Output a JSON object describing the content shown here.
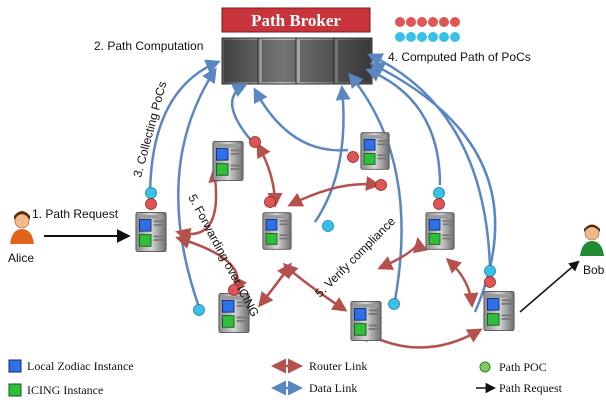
{
  "title": "Path Broker",
  "steps": {
    "path_request": "1. Path Request",
    "path_computation": "2. Path Computation",
    "collecting_pocs": "3. Collecting PoCs",
    "computed_path": "4. Computed Path of PoCs",
    "forwarding": "5. Forwarding over ICING",
    "verify": "5. Verify compliance"
  },
  "actors": {
    "alice": "Alice",
    "bob": "Bob"
  },
  "legend": {
    "local_zodiac": "Local Zodiac Instance",
    "icing": "ICING Instance",
    "router_link": "Router Link",
    "data_link": "Data Link",
    "path_poc": "Path POC",
    "path_request": "Path Request"
  },
  "colors": {
    "broker_banner": "#c8343a",
    "router_link": "#b5504c",
    "data_link": "#5a86c2",
    "poc_red": "#e05656",
    "poc_cyan": "#3ac1e8",
    "zodiac_blue": "#2f6fe8",
    "icing_green": "#2fbf3a",
    "legend_poc": "#7ccf5a"
  }
}
